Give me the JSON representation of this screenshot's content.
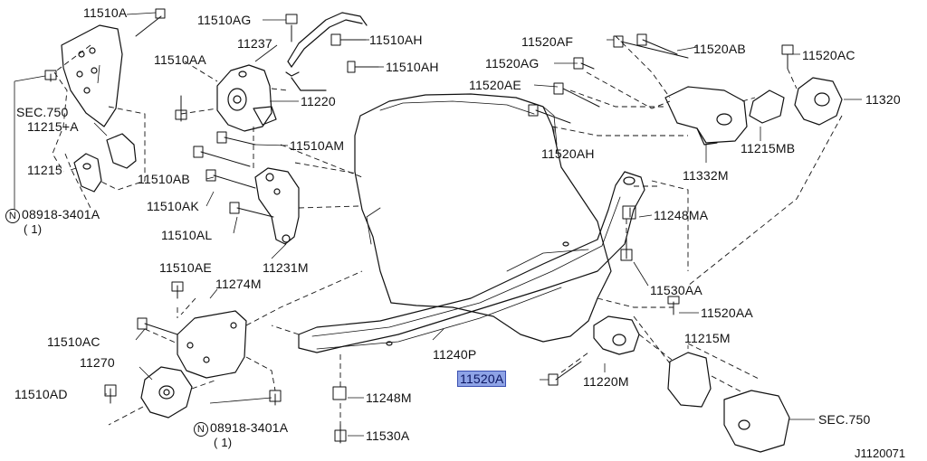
{
  "labels": {
    "p11510A": "11510A",
    "p11510AG": "11510AG",
    "p11510AH_1": "11510AH",
    "p11510AH_2": "11510AH",
    "p11237": "11237",
    "p11510AA": "11510AA",
    "p11220": "11220",
    "sec750_top": "SEC.750",
    "p11215plusA": "11215+A",
    "p11215": "11215",
    "p11510AM": "11510AM",
    "p11510AB": "11510AB",
    "p11510AK": "11510AK",
    "p11510AL": "11510AL",
    "p11231M": "11231M",
    "bolt_left_num": "08918-3401A",
    "bolt_left_qty": "( 1)",
    "p11520AF": "11520AF",
    "p11520AB": "11520AB",
    "p11520AC": "11520AC",
    "p11520AG": "11520AG",
    "p11520AE": "11520AE",
    "p11320": "11320",
    "p11215MB": "11215MB",
    "p11520AH": "11520AH",
    "p11332M": "11332M",
    "p11248MA": "11248MA",
    "p11530AA": "11530AA",
    "p11520AA": "11520AA",
    "p11510AE": "11510AE",
    "p11274M": "11274M",
    "p11510AC": "11510AC",
    "p11270": "11270",
    "p11510AD": "11510AD",
    "bolt_bottom_num": "08918-3401A",
    "bolt_bottom_qty": "( 1)",
    "p11240P": "11240P",
    "p11520A": "11520A",
    "p11220M": "11220M",
    "p11248M": "11248M",
    "p11530A": "11530A",
    "p11215M": "11215M",
    "sec750_bottom": "SEC.750",
    "circle_mark": "N",
    "figure_id": "J1120071"
  },
  "colors": {
    "line": "#111111",
    "highlight": "#8ea3e6",
    "highlight_border": "#3a4fb0"
  }
}
